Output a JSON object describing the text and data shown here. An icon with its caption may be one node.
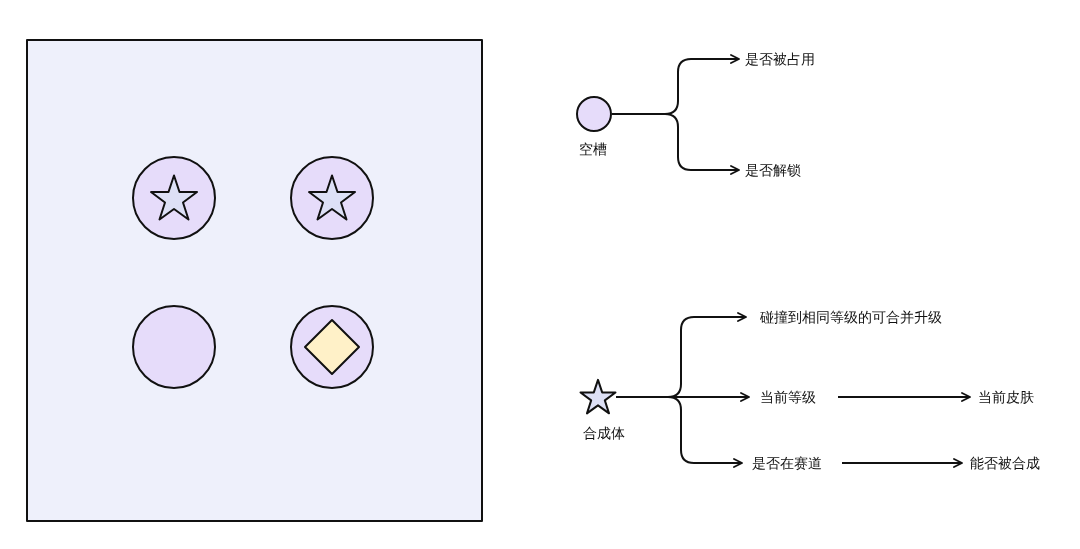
{
  "diagram": {
    "nodes": [
      {
        "text": [],
        "shape": "box"
      },
      {
        "text": [],
        "shape": "circle",
        "in": 0
      },
      {
        "text": [],
        "shape": "star",
        "in": 1
      },
      {
        "text": [],
        "shape": "circle",
        "in": 0
      },
      {
        "text": [],
        "shape": "star",
        "in": 3
      },
      {
        "text": [],
        "shape": "circle",
        "in": 0
      },
      {
        "text": [],
        "shape": "circle",
        "in": 0
      },
      {
        "text": [],
        "shape": "diamond",
        "in": 6
      },
      {
        "text": [],
        "shape": "circle",
        "beside": [
          "空槽"
        ]
      },
      {
        "text": [
          "是否被占用"
        ]
      },
      {
        "text": [
          "是否解锁"
        ]
      },
      {
        "text": [],
        "shape": "star",
        "beside": [
          "合成体"
        ]
      },
      {
        "text": [
          "碰撞到相同等级的可合并升级"
        ]
      },
      {
        "text": [
          "当前等级"
        ]
      },
      {
        "text": [
          "当前皮肤"
        ]
      },
      {
        "text": [
          "是否在赛道"
        ]
      },
      {
        "text": [
          "能否被合成"
        ]
      }
    ],
    "edges": [
      {
        "from": 8,
        "to": 9,
        "arrow": "to"
      },
      {
        "from": 8,
        "to": 10,
        "arrow": "to"
      },
      {
        "from": 11,
        "to": 12,
        "arrow": "to"
      },
      {
        "from": 11,
        "to": 13,
        "arrow": "to"
      },
      {
        "from": 11,
        "to": 15,
        "arrow": "to"
      },
      {
        "from": 13,
        "to": 14,
        "arrow": "to"
      },
      {
        "from": 15,
        "to": 16,
        "arrow": "to"
      }
    ]
  }
}
